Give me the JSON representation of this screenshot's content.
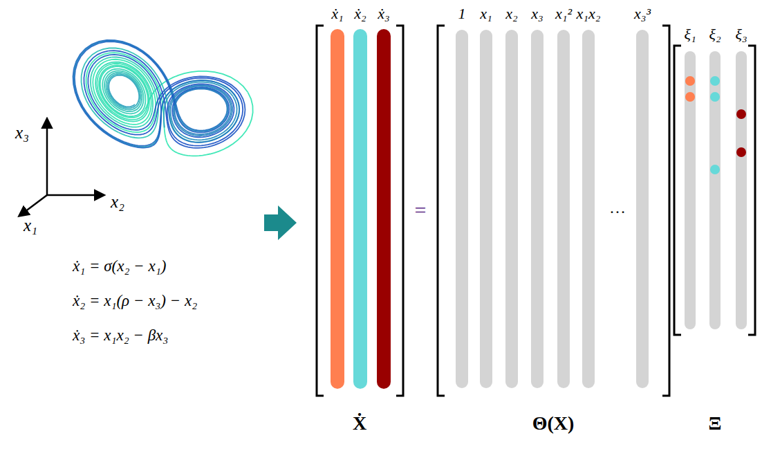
{
  "diagram": {
    "nodes": [
      {
        "text": [
          "ẋ₁",
          "ẋ₂",
          "ẋ₃",
          "Ẋ"
        ]
      },
      {
        "text": [
          "1",
          "x₁",
          "x₂",
          "x₃",
          "x₁²",
          "x₁x₂",
          "…",
          "x₃³",
          "Θ(X)"
        ]
      },
      {
        "text": [
          "ξ₁",
          "ξ₂",
          "ξ₃",
          "Ξ"
        ]
      }
    ],
    "labels": [
      "x₃",
      "x₂",
      "x₁",
      "ẋ₁ = σ(x₂ − x₁)",
      "ẋ₂ = x₁(ρ − x₃) − x₂",
      "ẋ₃ = x₁x₂ − βx₃",
      "="
    ]
  }
}
